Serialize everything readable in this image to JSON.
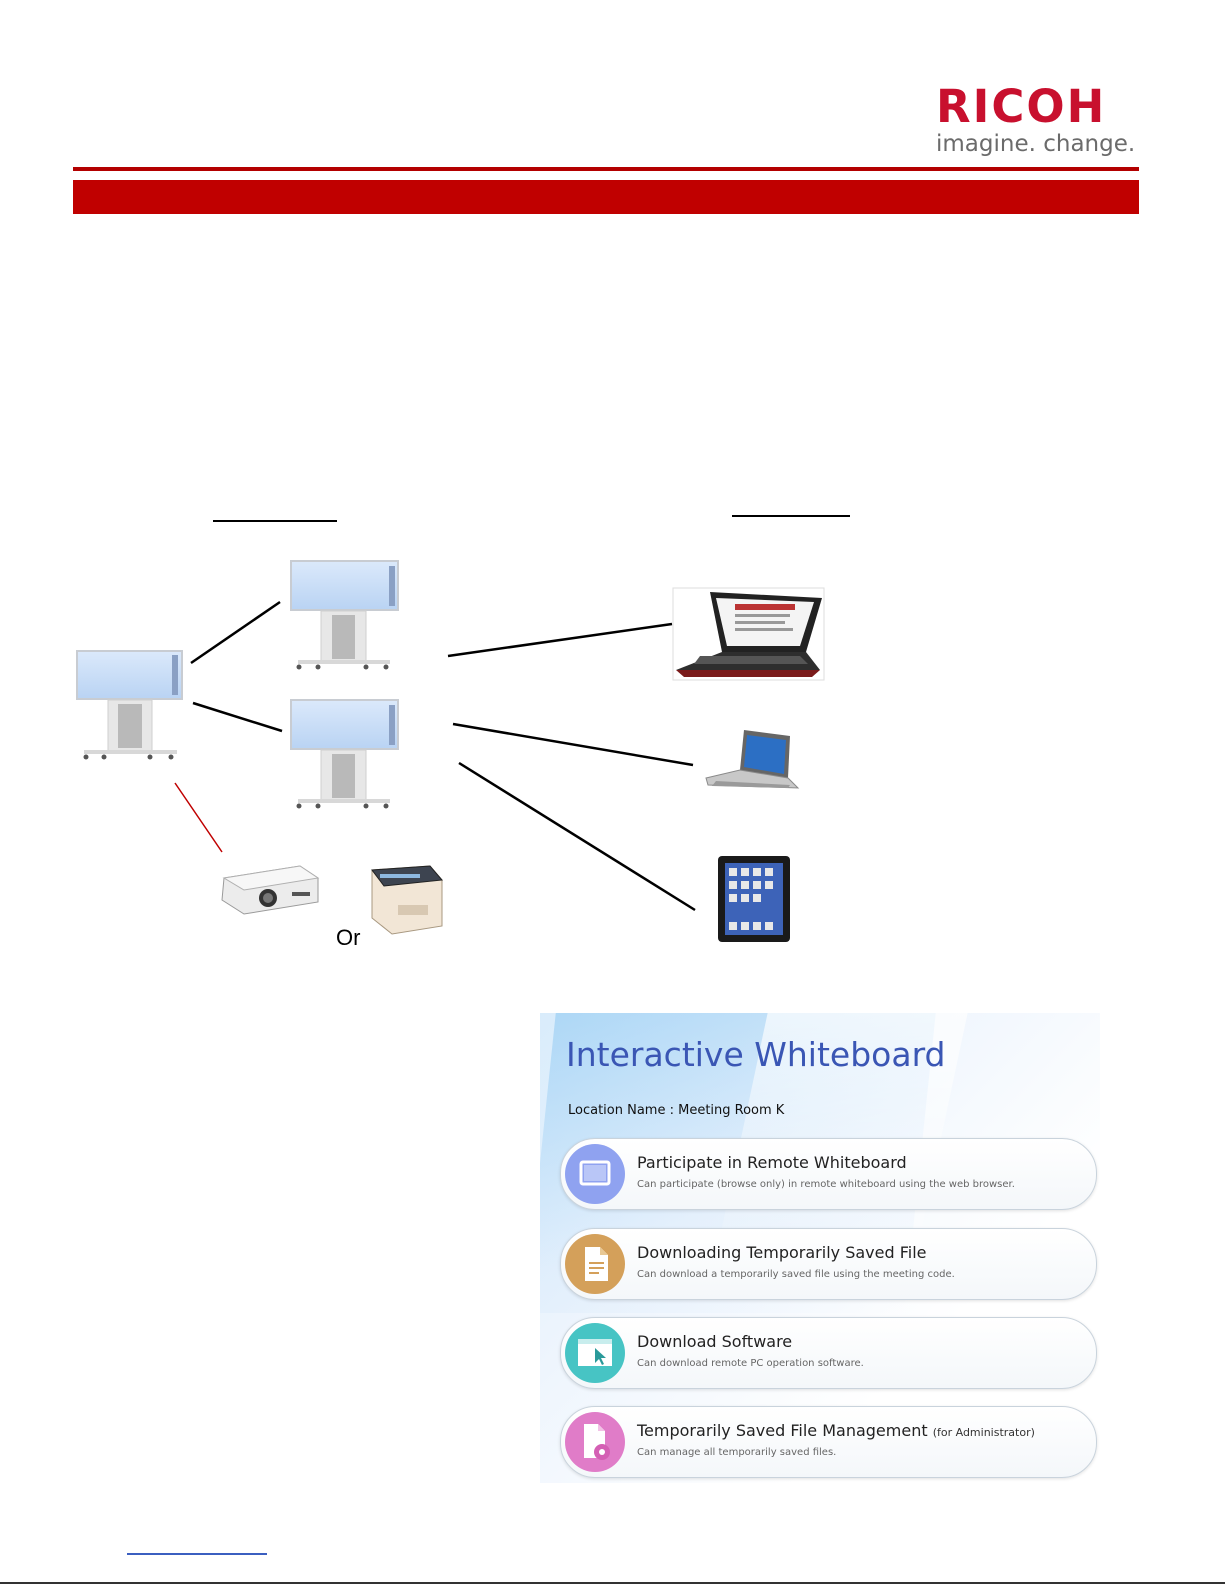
{
  "header": {
    "brand": "RICOH",
    "tagline": "imagine. change."
  },
  "diagram": {
    "connector_label": "Or"
  },
  "portal": {
    "title": "Interactive Whiteboard",
    "location": "Location Name : Meeting Room K",
    "menu": [
      {
        "title": "Participate in Remote Whiteboard",
        "note": "",
        "desc": "Can participate (browse only) in remote whiteboard using the web browser.",
        "color": "#8fa2f0",
        "icon": "whiteboard-icon"
      },
      {
        "title": "Downloading Temporarily Saved File",
        "note": "",
        "desc": "Can download a temporarily saved file using the meeting code.",
        "color": "#d4a05a",
        "icon": "document-icon"
      },
      {
        "title": "Download Software",
        "note": "",
        "desc": "Can download remote PC operation software.",
        "color": "#47c4c4",
        "icon": "window-cursor-icon"
      },
      {
        "title": "Temporarily Saved File Management",
        "note": "(for Administrator)",
        "desc": "Can manage all temporarily saved files.",
        "color": "#e07cc8",
        "icon": "file-gear-icon"
      }
    ]
  },
  "colors": {
    "brand_red": "#c00000",
    "portal_title": "#3a56b4"
  }
}
